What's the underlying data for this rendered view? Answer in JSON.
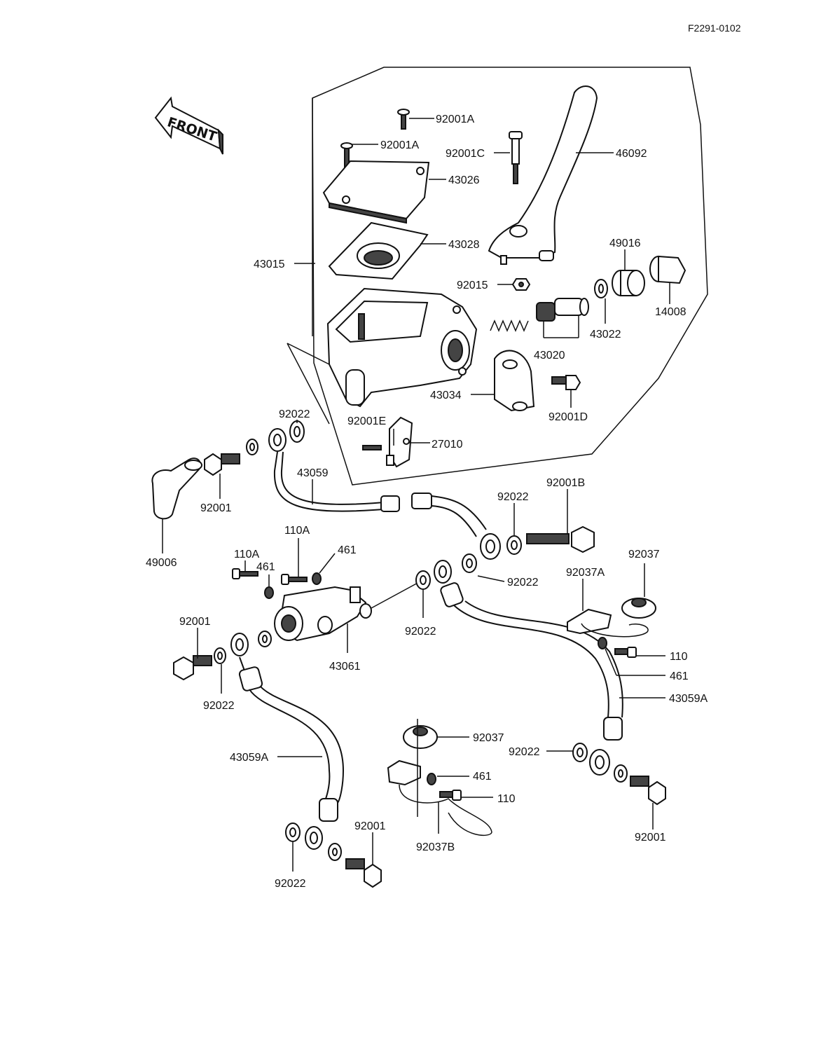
{
  "diagram_code": "F2291-0102",
  "front_label": "FRONT",
  "parts": {
    "p92001A_1": "92001A",
    "p92001A_2": "92001A",
    "p92001C": "92001C",
    "p46092": "46092",
    "p43026": "43026",
    "p43028": "43028",
    "p43015": "43015",
    "p49016": "49016",
    "p92015": "92015",
    "p14008": "14008",
    "p43022": "43022",
    "p43020": "43020",
    "p43034": "43034",
    "p92001D": "92001D",
    "p92022_a": "92022",
    "p92001E": "92001E",
    "p27010": "27010",
    "p43059": "43059",
    "p92001_a": "92001",
    "p49006": "49006",
    "p92001B": "92001B",
    "p92022_b": "92022",
    "p110A_1": "110A",
    "p461_1": "461",
    "p110A_2": "110A",
    "p461_2": "461",
    "p92037_a": "92037",
    "p92037A": "92037A",
    "p92022_c": "92022",
    "p92001_b": "92001",
    "p92022_d": "92022",
    "p43061": "43061",
    "p92022_e": "92022",
    "p110_a": "110",
    "p461_3": "461",
    "p43059A_a": "43059A",
    "p92037_b": "92037",
    "p43059A_b": "43059A",
    "p92022_f": "92022",
    "p461_4": "461",
    "p110_b": "110",
    "p92001_c": "92001",
    "p92037B": "92037B",
    "p92001_d": "92001",
    "p92022_g": "92022"
  }
}
